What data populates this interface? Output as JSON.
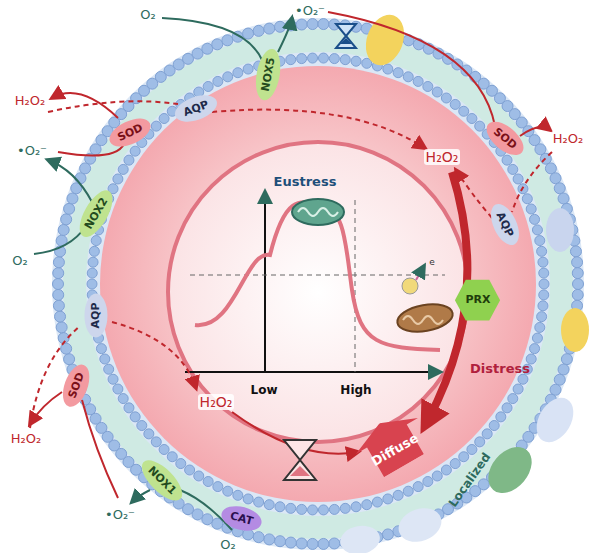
{
  "diagram": {
    "nodes": [
      {
        "text": [
          "SOD"
        ]
      },
      {
        "text": [
          "AQP"
        ]
      },
      {
        "text": [
          "NOX5"
        ]
      },
      {
        "text": [
          "SOD"
        ]
      },
      {
        "text": [
          "AQP"
        ]
      },
      {
        "text": [
          "NOX2"
        ]
      },
      {
        "text": [
          "PRX"
        ]
      },
      {
        "text": [
          "AQP"
        ]
      },
      {
        "text": [
          "SOD"
        ]
      },
      {
        "text": [
          "Diffuse"
        ]
      },
      {
        "text": [
          "NOX1"
        ]
      },
      {
        "text": [
          "CAT"
        ]
      }
    ],
    "labels": [
      "O₂",
      "•O₂⁻",
      "H₂O₂",
      "H₂O₂",
      "•O₂⁻",
      "O₂",
      "H₂O₂",
      "H₂O₂",
      "•O₂⁻",
      "O₂",
      "H₂O₂",
      "Eustress",
      "Distress",
      "Low",
      "High",
      "e",
      "Localized"
    ]
  }
}
